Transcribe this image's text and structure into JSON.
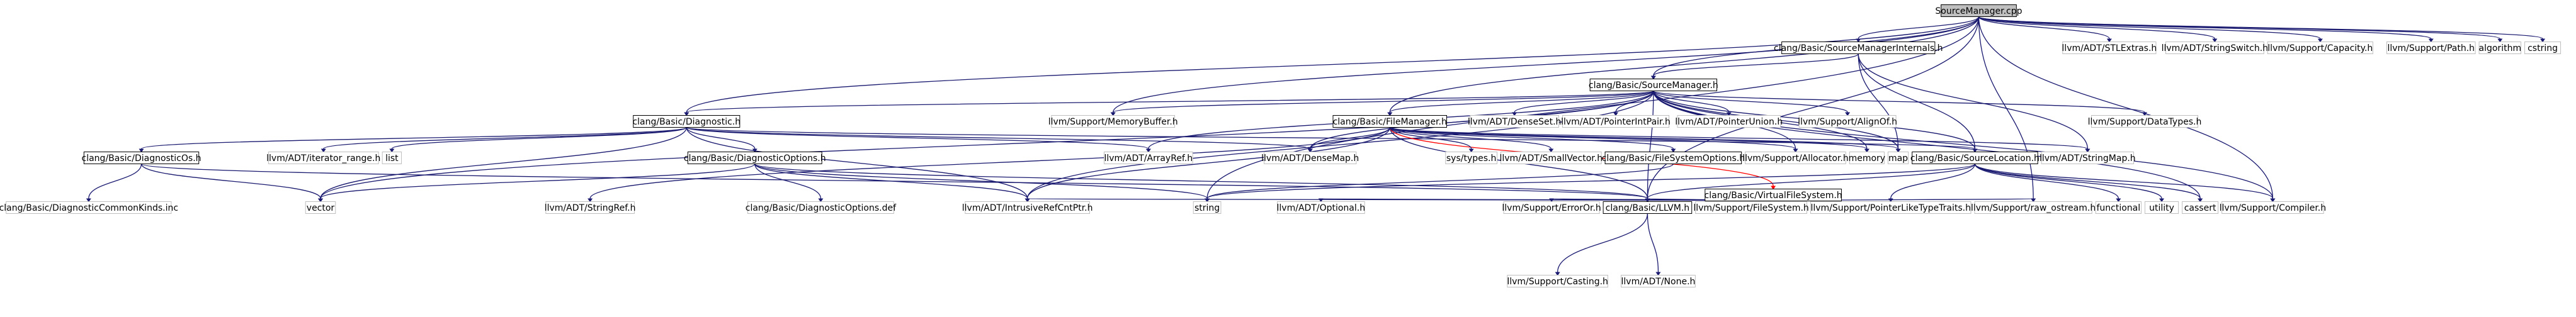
{
  "colors": {
    "edge_default": "#191970",
    "edge_highlight": "#ff0000",
    "root_fill": "#bfbfbf",
    "node_fill": "#ffffff",
    "node_border_light": "#bfbfbf",
    "node_border_dark": "#000000"
  },
  "nodes": [
    {
      "id": "SourceManager_cpp",
      "label": "SourceManager.cpp",
      "style": "root"
    },
    {
      "id": "SourceManagerInternals_h",
      "label": "clang/Basic/SourceManagerInternals.h",
      "style": "bold"
    },
    {
      "id": "SourceManager_h",
      "label": "clang/Basic/SourceManager.h",
      "style": "bold"
    },
    {
      "id": "Diagnostic_h",
      "label": "clang/Basic/Diagnostic.h",
      "style": "bold"
    },
    {
      "id": "FileManager_h",
      "label": "clang/Basic/FileManager.h",
      "style": "bold"
    },
    {
      "id": "DiagnosticOs_h",
      "label": "clang/Basic/DiagnosticOs.h",
      "style": "bold"
    },
    {
      "id": "DiagnosticOptions_h",
      "label": "clang/Basic/DiagnosticOptions.h",
      "style": "bold"
    },
    {
      "id": "FileSystemOptions_h",
      "label": "clang/Basic/FileSystemOptions.h",
      "style": "bold"
    },
    {
      "id": "VirtualFileSystem_h",
      "label": "clang/Basic/VirtualFileSystem.h",
      "style": "bold"
    },
    {
      "id": "SourceLocation_h",
      "label": "clang/Basic/SourceLocation.h",
      "style": "bold"
    },
    {
      "id": "LLVM_h",
      "label": "clang/Basic/LLVM.h",
      "style": "bold"
    },
    {
      "id": "STLExtras_h",
      "label": "llvm/ADT/STLExtras.h",
      "style": "light"
    },
    {
      "id": "StringSwitch_h",
      "label": "llvm/ADT/StringSwitch.h",
      "style": "light"
    },
    {
      "id": "Capacity_h",
      "label": "llvm/Support/Capacity.h",
      "style": "light"
    },
    {
      "id": "Path_h",
      "label": "llvm/Support/Path.h",
      "style": "light"
    },
    {
      "id": "algorithm",
      "label": "algorithm",
      "style": "light"
    },
    {
      "id": "cstring",
      "label": "cstring",
      "style": "light"
    },
    {
      "id": "MemoryBuffer_h",
      "label": "llvm/Support/MemoryBuffer.h",
      "style": "light"
    },
    {
      "id": "DenseSet_h",
      "label": "llvm/ADT/DenseSet.h",
      "style": "light"
    },
    {
      "id": "PointerIntPair_h",
      "label": "llvm/ADT/PointerIntPair.h",
      "style": "light"
    },
    {
      "id": "PointerUnion_h",
      "label": "llvm/ADT/PointerUnion.h",
      "style": "light"
    },
    {
      "id": "AlignOf_h",
      "label": "llvm/Support/AlignOf.h",
      "style": "light"
    },
    {
      "id": "DataTypes_h",
      "label": "llvm/Support/DataTypes.h",
      "style": "light"
    },
    {
      "id": "iterator_range_h",
      "label": "llvm/ADT/iterator_range.h",
      "style": "light"
    },
    {
      "id": "list",
      "label": "list",
      "style": "light"
    },
    {
      "id": "ArrayRef_h",
      "label": "llvm/ADT/ArrayRef.h",
      "style": "light"
    },
    {
      "id": "DenseMap_h",
      "label": "llvm/ADT/DenseMap.h",
      "style": "light"
    },
    {
      "id": "sys_types_h",
      "label": "sys/types.h",
      "style": "light"
    },
    {
      "id": "SmallVector_h",
      "label": "llvm/ADT/SmallVector.h",
      "style": "light"
    },
    {
      "id": "Allocator_h",
      "label": "llvm/Support/Allocator.h",
      "style": "light"
    },
    {
      "id": "memory",
      "label": "memory",
      "style": "light"
    },
    {
      "id": "map",
      "label": "map",
      "style": "light"
    },
    {
      "id": "StringMap_h",
      "label": "llvm/ADT/StringMap.h",
      "style": "light"
    },
    {
      "id": "DiagnosticCommonKinds_inc",
      "label": "clang/Basic/DiagnosticCommonKinds.inc",
      "style": "light"
    },
    {
      "id": "vector",
      "label": "vector",
      "style": "light"
    },
    {
      "id": "StringRef_h",
      "label": "llvm/ADT/StringRef.h",
      "style": "light"
    },
    {
      "id": "DiagnosticOptions_def",
      "label": "clang/Basic/DiagnosticOptions.def",
      "style": "light"
    },
    {
      "id": "IntrusiveRefCntPtr_h",
      "label": "llvm/ADT/IntrusiveRefCntPtr.h",
      "style": "light"
    },
    {
      "id": "string",
      "label": "string",
      "style": "light"
    },
    {
      "id": "Optional_h",
      "label": "llvm/ADT/Optional.h",
      "style": "light"
    },
    {
      "id": "ErrorOr_h",
      "label": "llvm/Support/ErrorOr.h",
      "style": "light"
    },
    {
      "id": "FileSystem_h",
      "label": "llvm/Support/FileSystem.h",
      "style": "light"
    },
    {
      "id": "PointerLikeTypeTraits_h",
      "label": "llvm/Support/PointerLikeTypeTraits.h",
      "style": "light"
    },
    {
      "id": "raw_ostream_h",
      "label": "llvm/Support/raw_ostream.h",
      "style": "light"
    },
    {
      "id": "functional",
      "label": "functional",
      "style": "light"
    },
    {
      "id": "utility",
      "label": "utility",
      "style": "light"
    },
    {
      "id": "cassert",
      "label": "cassert",
      "style": "light"
    },
    {
      "id": "Compiler_h",
      "label": "llvm/Support/Compiler.h",
      "style": "light"
    },
    {
      "id": "Casting_h",
      "label": "llvm/Support/Casting.h",
      "style": "light"
    },
    {
      "id": "None_h",
      "label": "llvm/ADT/None.h",
      "style": "light"
    }
  ],
  "edges": [
    [
      "SourceManager_cpp",
      "Diagnostic_h"
    ],
    [
      "SourceManager_cpp",
      "LLVM_h"
    ],
    [
      "SourceManager_cpp",
      "SourceManager_h"
    ],
    [
      "SourceManager_cpp",
      "FileManager_h"
    ],
    [
      "SourceManager_cpp",
      "SourceManagerInternals_h"
    ],
    [
      "SourceManager_cpp",
      "STLExtras_h"
    ],
    [
      "SourceManager_cpp",
      "StringSwitch_h"
    ],
    [
      "SourceManager_cpp",
      "Capacity_h"
    ],
    [
      "SourceManager_cpp",
      "Path_h"
    ],
    [
      "SourceManager_cpp",
      "algorithm"
    ],
    [
      "SourceManager_cpp",
      "cstring"
    ],
    [
      "SourceManager_cpp",
      "MemoryBuffer_h"
    ],
    [
      "SourceManager_cpp",
      "Compiler_h"
    ],
    [
      "SourceManager_cpp",
      "raw_ostream_h"
    ],
    [
      "SourceManager_cpp",
      "string"
    ],
    [
      "SourceManagerInternals_h",
      "SourceManager_h"
    ],
    [
      "SourceManagerInternals_h",
      "SourceLocation_h"
    ],
    [
      "SourceManagerInternals_h",
      "StringMap_h"
    ],
    [
      "SourceManagerInternals_h",
      "map"
    ],
    [
      "SourceManager_h",
      "Diagnostic_h"
    ],
    [
      "SourceManager_h",
      "FileManager_h"
    ],
    [
      "SourceManager_h",
      "LLVM_h"
    ],
    [
      "SourceManager_h",
      "SourceLocation_h"
    ],
    [
      "SourceManager_h",
      "ArrayRef_h"
    ],
    [
      "SourceManager_h",
      "DenseMap_h"
    ],
    [
      "SourceManager_h",
      "DenseSet_h"
    ],
    [
      "SourceManager_h",
      "IntrusiveRefCntPtr_h"
    ],
    [
      "SourceManager_h",
      "PointerIntPair_h"
    ],
    [
      "SourceManager_h",
      "PointerUnion_h"
    ],
    [
      "SourceManager_h",
      "AlignOf_h"
    ],
    [
      "SourceManager_h",
      "Compiler_h"
    ],
    [
      "SourceManager_h",
      "DataTypes_h"
    ],
    [
      "SourceManager_h",
      "MemoryBuffer_h"
    ],
    [
      "SourceManager_h",
      "Allocator_h"
    ],
    [
      "SourceManager_h",
      "cassert"
    ],
    [
      "SourceManager_h",
      "map"
    ],
    [
      "SourceManager_h",
      "memory"
    ],
    [
      "SourceManager_h",
      "vector"
    ],
    [
      "Diagnostic_h",
      "DiagnosticOs_h"
    ],
    [
      "Diagnostic_h",
      "DiagnosticOptions_h"
    ],
    [
      "Diagnostic_h",
      "SourceLocation_h"
    ],
    [
      "Diagnostic_h",
      "ArrayRef_h"
    ],
    [
      "Diagnostic_h",
      "DenseMap_h"
    ],
    [
      "Diagnostic_h",
      "IntrusiveRefCntPtr_h"
    ],
    [
      "Diagnostic_h",
      "iterator_range_h"
    ],
    [
      "Diagnostic_h",
      "list"
    ],
    [
      "Diagnostic_h",
      "vector"
    ],
    [
      "DiagnosticOs_h",
      "DiagnosticCommonKinds_inc"
    ],
    [
      "DiagnosticOs_h",
      "LLVM_h"
    ],
    [
      "DiagnosticOs_h",
      "vector"
    ],
    [
      "DiagnosticOptions_h",
      "DiagnosticOptions_def"
    ],
    [
      "DiagnosticOptions_h",
      "LLVM_h"
    ],
    [
      "DiagnosticOptions_h",
      "IntrusiveRefCntPtr_h"
    ],
    [
      "DiagnosticOptions_h",
      "string"
    ],
    [
      "DiagnosticOptions_h",
      "vector"
    ],
    [
      "FileManager_h",
      "FileSystemOptions_h"
    ],
    [
      "FileManager_h",
      "LLVM_h"
    ],
    [
      "FileManager_h",
      "VirtualFileSystem_h"
    ],
    [
      "FileManager_h",
      "DenseMap_h"
    ],
    [
      "FileManager_h",
      "IntrusiveRefCntPtr_h"
    ],
    [
      "FileManager_h",
      "SmallVector_h"
    ],
    [
      "FileManager_h",
      "StringMap_h"
    ],
    [
      "FileManager_h",
      "StringRef_h"
    ],
    [
      "FileManager_h",
      "Allocator_h"
    ],
    [
      "FileManager_h",
      "sys_types_h"
    ],
    [
      "FileManager_h",
      "memory"
    ],
    [
      "FileManager_h",
      "map"
    ],
    [
      "FileSystemOptions_h",
      "string"
    ],
    [
      "VirtualFileSystem_h",
      "LLVM_h"
    ],
    [
      "VirtualFileSystem_h",
      "IntrusiveRefCntPtr_h"
    ],
    [
      "VirtualFileSystem_h",
      "Optional_h"
    ],
    [
      "VirtualFileSystem_h",
      "ErrorOr_h"
    ],
    [
      "VirtualFileSystem_h",
      "FileSystem_h"
    ],
    [
      "VirtualFileSystem_h",
      "raw_ostream_h"
    ],
    [
      "SourceLocation_h",
      "LLVM_h"
    ],
    [
      "SourceLocation_h",
      "Compiler_h"
    ],
    [
      "SourceLocation_h",
      "PointerLikeTypeTraits_h"
    ],
    [
      "SourceLocation_h",
      "cassert"
    ],
    [
      "SourceLocation_h",
      "functional"
    ],
    [
      "SourceLocation_h",
      "string"
    ],
    [
      "SourceLocation_h",
      "utility"
    ],
    [
      "LLVM_h",
      "Casting_h"
    ],
    [
      "LLVM_h",
      "None_h"
    ]
  ],
  "highlighted_edges": [
    [
      "FileManager_h",
      "VirtualFileSystem_h"
    ]
  ]
}
